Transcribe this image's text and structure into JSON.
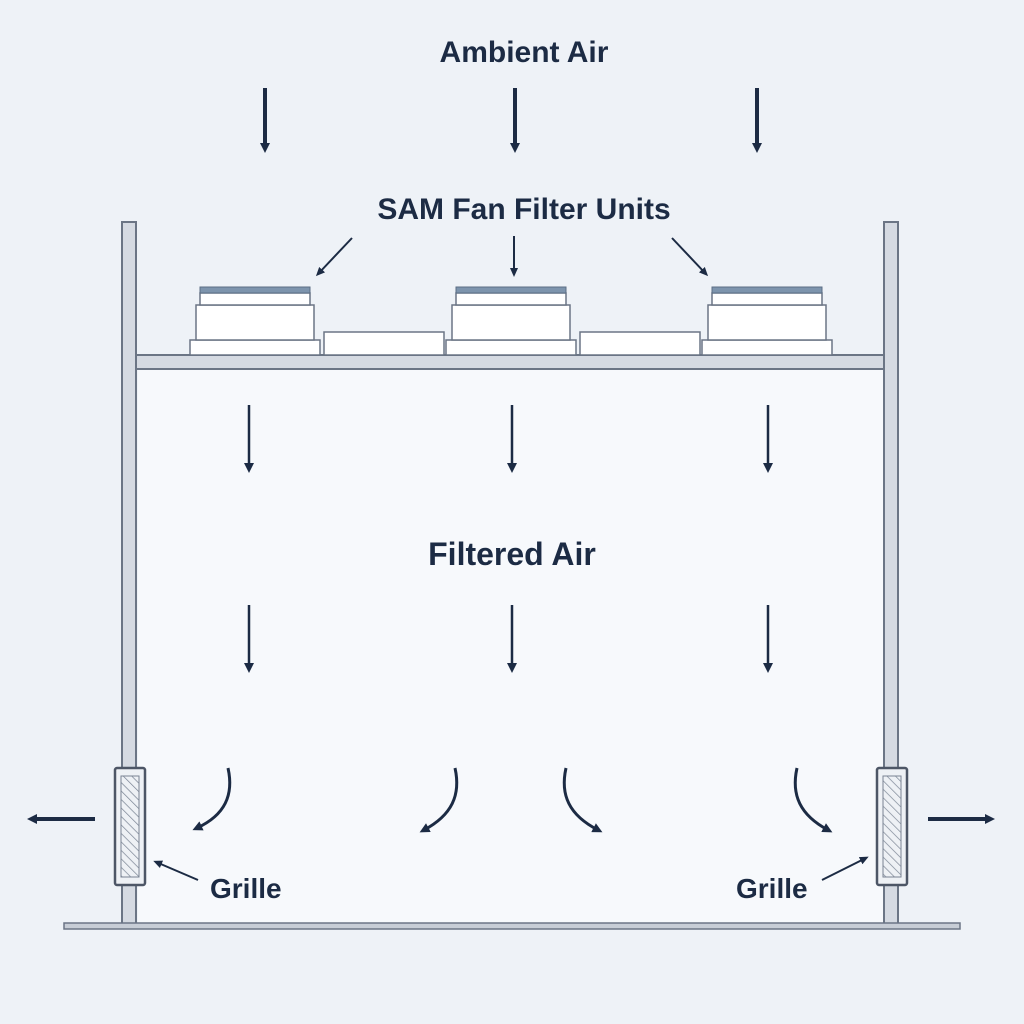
{
  "labels": {
    "ambient_air": "Ambient Air",
    "fan_filter_units": "SAM Fan Filter Units",
    "filtered_air": "Filtered Air",
    "grille_left": "Grille",
    "grille_right": "Grille"
  },
  "colors": {
    "background": "#eef2f7",
    "room_interior": "#f7f9fc",
    "arrow": "#1c2b44",
    "frame_stroke": "#6b7585",
    "frame_fill": "#d5dae2",
    "unit_fill": "#ffffff",
    "unit_top_accent": "#7d94ad"
  }
}
